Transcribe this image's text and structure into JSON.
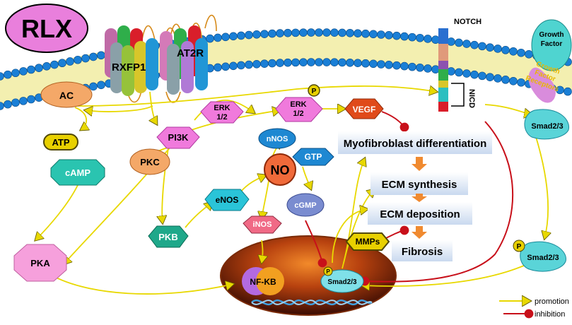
{
  "labels": {
    "rlx": "RLX",
    "rxfp1": "RXFP1",
    "at2r": "AT2R",
    "notch": "NOTCH",
    "nicd": "NICD",
    "growth_factor": "Growth Factor",
    "growth_factor_receptors": "Growth Factor Receptors",
    "ac": "AC",
    "atp": "ATP",
    "camp": "cAMP",
    "pka": "PKA",
    "pkc": "PKC",
    "pi3k": "PI3K",
    "pkb": "PKB",
    "erk_left": "ERK 1/2",
    "erk_right": "ERK 1/2",
    "p_marker": "P",
    "vegf": "VEGF",
    "nnos": "nNOS",
    "no": "NO",
    "enos": "eNOS",
    "inos": "iNOS",
    "gtp": "GTP",
    "cgmp": "cGMP",
    "nfkb": "NF-KB",
    "smad_nucleus": "Smad2/3",
    "smad_upper": "Smad2/3",
    "smad_lower": "Smad2/3",
    "mmps": "MMPs",
    "myofibroblast": "Myofibroblast differentiation",
    "ecm_synthesis": "ECM synthesis",
    "ecm_deposition": "ECM deposition",
    "fibrosis": "Fibrosis"
  },
  "legend": {
    "promotion": "promotion",
    "inhibition": "inhibition"
  },
  "colors": {
    "membrane_head": "#1a7fd6",
    "membrane_tail": "#e8e06a",
    "promotion_arrow": "#e8d800",
    "inhibition_arrow": "#c8101a",
    "process_box": "#dbe7f6",
    "process_arrow": "#f08a30"
  }
}
